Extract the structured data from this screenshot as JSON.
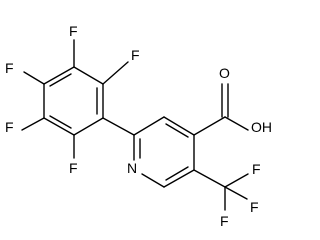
{
  "molecule": {
    "atoms": {
      "f_ortho_top": "F",
      "f_meta_top": "F",
      "f_para": "F",
      "f_meta_bottom": "F",
      "f_ortho_bottom": "F",
      "n_pyridine": "N",
      "o_carbonyl": "O",
      "oh": "OH",
      "cf3_f1": "F",
      "cf3_f2": "F",
      "cf3_f3": "F"
    }
  }
}
